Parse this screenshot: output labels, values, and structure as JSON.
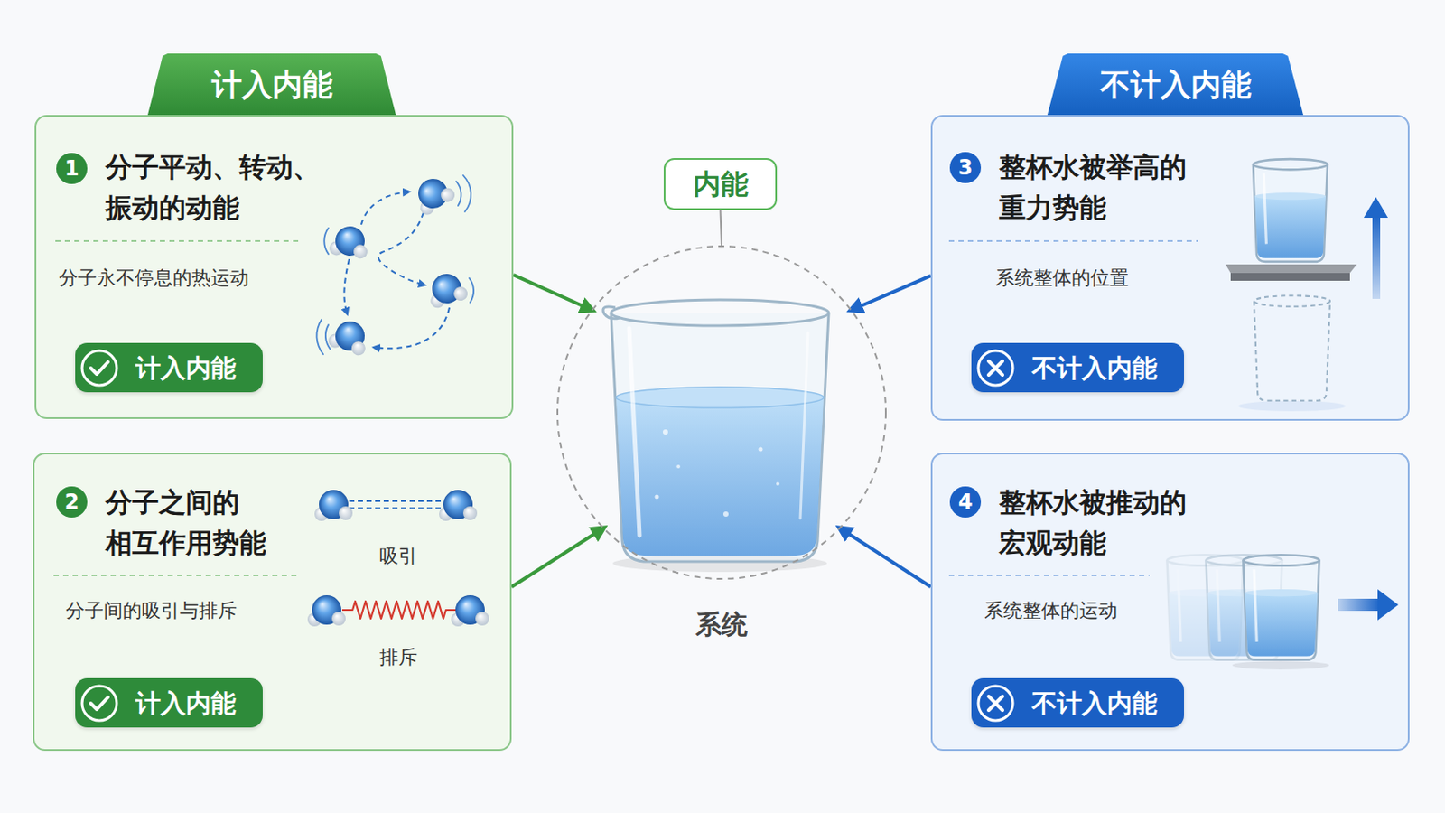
{
  "diagram": {
    "nodes": [
      {
        "text": [
          "计入内能"
        ]
      },
      {
        "text": [
          "分子平动、转动、 振动的动能",
          "分子永不停息的热运动"
        ]
      },
      {
        "text": [
          "1"
        ],
        "in": 1
      },
      {
        "text": [
          "计入内能"
        ],
        "in": 1
      },
      {
        "text": [
          "分子之间的 相互作用势能",
          "分子间的吸引与排斥"
        ]
      },
      {
        "text": [
          "2"
        ],
        "in": 4
      },
      {
        "text": [
          "计入内能"
        ],
        "in": 4
      },
      {
        "text": [
          "内能"
        ]
      },
      {
        "text": [
          "系统"
        ]
      },
      {
        "text": [
          "不计入内能"
        ]
      },
      {
        "text": [
          "整杯水被举高的 重力势能",
          "系统整体的位置"
        ]
      },
      {
        "text": [
          "3"
        ],
        "in": 10
      },
      {
        "text": [
          "不计入内能"
        ],
        "in": 10
      },
      {
        "text": [
          "整杯水被推动的 宏观动能",
          "系统整体的运动"
        ]
      },
      {
        "text": [
          "4"
        ],
        "in": 13
      },
      {
        "text": [
          "不计入内能"
        ],
        "in": 13
      }
    ],
    "edges": [
      {
        "from": 7,
        "to": 8,
        "arrow": "none"
      },
      {
        "from": 1,
        "to": 8,
        "arrow": "to"
      },
      {
        "from": 4,
        "to": 8,
        "arrow": "to"
      },
      {
        "from": 10,
        "to": 8,
        "arrow": "to"
      },
      {
        "from": 13,
        "to": 8,
        "arrow": "to"
      }
    ],
    "labels": [
      "吸引",
      "排斥"
    ]
  }
}
